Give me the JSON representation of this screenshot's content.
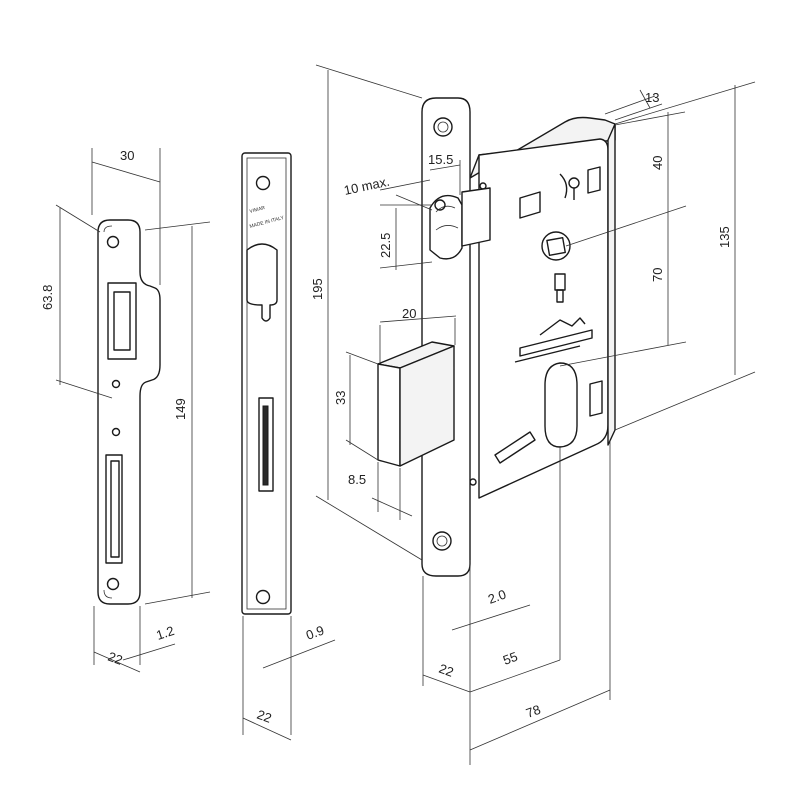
{
  "dimensions": {
    "strike_width": "30",
    "strike_latch_height": "63.8",
    "strike_height": "149",
    "strike_width_bottom": "22",
    "strike_thickness": "1.2",
    "faceplate_thickness": "0.9",
    "faceplate_width": "22",
    "lock_height": "195",
    "latch_projection": "10 max.",
    "latch_height": "22.5",
    "latch_offset": "15.5",
    "bolt_projection": "20",
    "bolt_height": "33",
    "bolt_thickness": "8.5",
    "case_thickness": "13",
    "top_to_spindle": "40",
    "spindle_to_cylinder": "70",
    "case_height": "135",
    "front_thickness": "2.0",
    "front_width": "22",
    "backset": "55",
    "case_depth": "78"
  },
  "marks": {
    "brand": "VIMAR",
    "origin": "MADE IN ITALY"
  }
}
